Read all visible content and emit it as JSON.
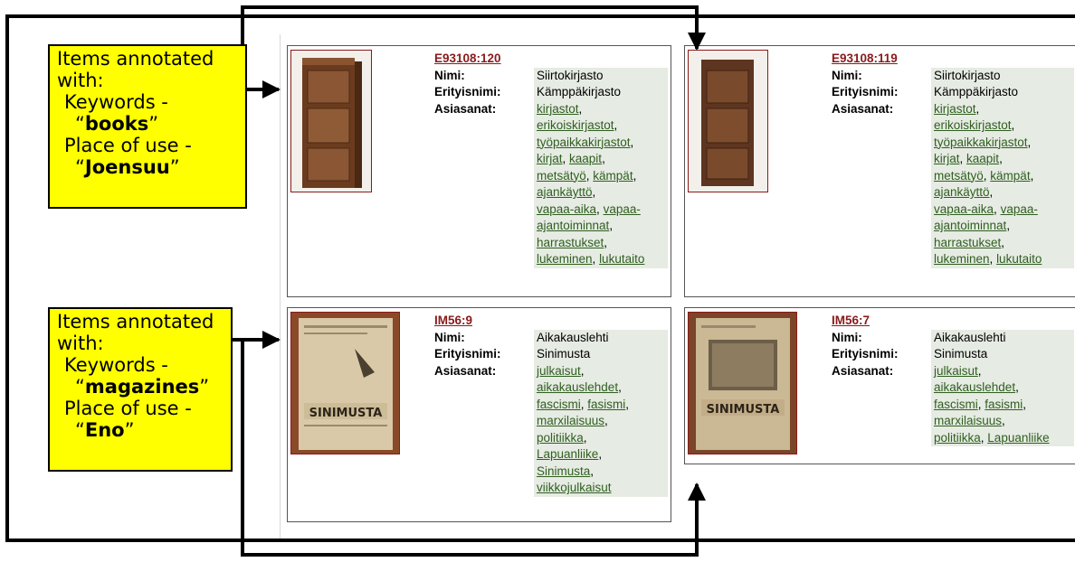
{
  "annotations": {
    "top": {
      "line1": "Items annotated",
      "line2": "with:",
      "kw_label": "Keywords -",
      "kw_value": "books",
      "place_label": "Place of use -",
      "place_value": "Joensuu"
    },
    "bottom": {
      "line1": "Items annotated",
      "line2": "with:",
      "kw_label": "Keywords -",
      "kw_value": "magazines",
      "place_label": "Place of use -",
      "place_value": "Eno"
    }
  },
  "field_labels": {
    "name": "Nimi:",
    "special_name": "Erityisnimi:",
    "keywords": "Asiasanat:"
  },
  "items": [
    {
      "id": "E93108:120",
      "name": "Siirtokirjasto",
      "special_name": "Kämppäkirjasto",
      "keyword_lines": [
        [
          {
            "t": "kirjastot",
            "sep": ","
          }
        ],
        [
          {
            "t": "erikoiskirjastot",
            "sep": ","
          }
        ],
        [
          {
            "t": "työpaikkakirjastot",
            "sep": ","
          }
        ],
        [
          {
            "t": "kirjat",
            "sep": ", "
          },
          {
            "t": "kaapit",
            "sep": ","
          }
        ],
        [
          {
            "t": "metsätyö",
            "sep": ", "
          },
          {
            "t": "kämpät",
            "sep": ","
          }
        ],
        [
          {
            "t": "ajankäyttö",
            "sep": ","
          }
        ],
        [
          {
            "t": "vapaa-aika",
            "sep": ", "
          },
          {
            "t": "vapaa-",
            "sep": ""
          }
        ],
        [
          {
            "t": "ajantoiminnat",
            "sep": ","
          }
        ],
        [
          {
            "t": "harrastukset",
            "sep": ","
          }
        ],
        [
          {
            "t": "lukeminen",
            "sep": ", "
          },
          {
            "t": "lukutaito",
            "sep": ""
          }
        ]
      ]
    },
    {
      "id": "E93108:119",
      "name": "Siirtokirjasto",
      "special_name": "Kämppäkirjasto",
      "keyword_lines": [
        [
          {
            "t": "kirjastot",
            "sep": ","
          }
        ],
        [
          {
            "t": "erikoiskirjastot",
            "sep": ","
          }
        ],
        [
          {
            "t": "työpaikkakirjastot",
            "sep": ","
          }
        ],
        [
          {
            "t": "kirjat",
            "sep": ", "
          },
          {
            "t": "kaapit",
            "sep": ","
          }
        ],
        [
          {
            "t": "metsätyö",
            "sep": ", "
          },
          {
            "t": "kämpät",
            "sep": ","
          }
        ],
        [
          {
            "t": "ajankäyttö",
            "sep": ","
          }
        ],
        [
          {
            "t": "vapaa-aika",
            "sep": ", "
          },
          {
            "t": "vapaa-",
            "sep": ""
          }
        ],
        [
          {
            "t": "ajantoiminnat",
            "sep": ","
          }
        ],
        [
          {
            "t": "harrastukset",
            "sep": ","
          }
        ],
        [
          {
            "t": "lukeminen",
            "sep": ", "
          },
          {
            "t": "lukutaito",
            "sep": ""
          }
        ]
      ]
    },
    {
      "id": "IM56:9",
      "name": "Aikakauslehti",
      "special_name": "Sinimusta",
      "cover_title": "SINIMUSTA",
      "keyword_lines": [
        [
          {
            "t": "julkaisut",
            "sep": ","
          }
        ],
        [
          {
            "t": "aikakauslehdet",
            "sep": ","
          }
        ],
        [
          {
            "t": "fascismi",
            "sep": ", "
          },
          {
            "t": "fasismi",
            "sep": ","
          }
        ],
        [
          {
            "t": "marxilaisuus",
            "sep": ","
          }
        ],
        [
          {
            "t": "politiikka",
            "sep": ","
          }
        ],
        [
          {
            "t": "Lapuanliike",
            "sep": ","
          }
        ],
        [
          {
            "t": "Sinimusta",
            "sep": ","
          }
        ],
        [
          {
            "t": "viikkojulkaisut",
            "sep": ""
          }
        ]
      ]
    },
    {
      "id": "IM56:7",
      "name": "Aikakauslehti",
      "special_name": "Sinimusta",
      "cover_title": "SINIMUSTA",
      "keyword_lines": [
        [
          {
            "t": "julkaisut",
            "sep": ","
          }
        ],
        [
          {
            "t": "aikakauslehdet",
            "sep": ","
          }
        ],
        [
          {
            "t": "fascismi",
            "sep": ", "
          },
          {
            "t": "fasismi",
            "sep": ","
          }
        ],
        [
          {
            "t": "marxilaisuus",
            "sep": ","
          }
        ],
        [
          {
            "t": "politiikka",
            "sep": ", "
          },
          {
            "t": "Lapuanliike",
            "sep": ""
          }
        ]
      ]
    }
  ],
  "colors": {
    "highlight": "#ffff00",
    "id_link": "#8b1a1a",
    "keyword_link": "#2f5f1f",
    "value_bg": "#e6ebe3"
  }
}
